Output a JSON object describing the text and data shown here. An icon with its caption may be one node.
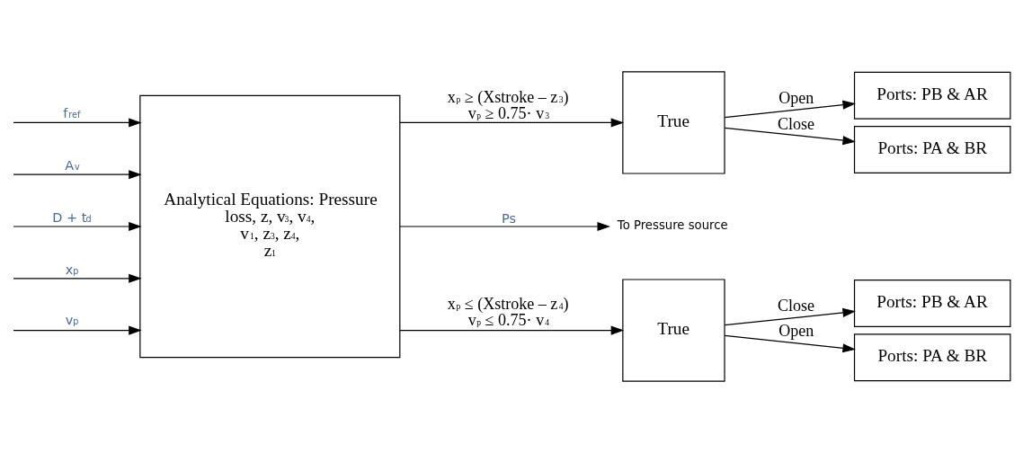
{
  "diagram": {
    "nodes": [
      {
        "text": [
          "Analytical Equations: Pressure loss, z, v$_{3}$, v$_{4}$, v$_{1}$, z$_{3}$, z$_{4}$, z$_{1}$"
        ]
      },
      {
        "text": [
          "True"
        ]
      },
      {
        "text": [
          "Ports: PB & AR"
        ]
      },
      {
        "text": [
          "Ports: PA & BR"
        ]
      },
      {
        "text": [
          "True"
        ]
      },
      {
        "text": [
          "Ports: PB & AR"
        ]
      },
      {
        "text": [
          "Ports: PA & BR"
        ]
      },
      {
        "text": [
          "To Pressure source"
        ]
      }
    ],
    "edges": [
      {
        "from": null,
        "to": 0,
        "arrow": "to",
        "label": "f$_{ref}$"
      },
      {
        "from": null,
        "to": 0,
        "arrow": "to",
        "label": "A$_{v}$"
      },
      {
        "from": null,
        "to": 0,
        "arrow": "to",
        "label": "D + t$_{d}$"
      },
      {
        "from": null,
        "to": 0,
        "arrow": "to",
        "label": "x$_{p}$"
      },
      {
        "from": null,
        "to": 0,
        "arrow": "to",
        "label": "v$_{p}$"
      },
      {
        "from": 0,
        "to": 1,
        "arrow": "to",
        "label": "x$_{p}$ ≥ (Xstroke – z$_{3}$) v$_{p}$ ≥ 0.75· v$_{3}$"
      },
      {
        "from": 0,
        "to": 7,
        "arrow": "to",
        "label": "Ps"
      },
      {
        "from": 0,
        "to": 4,
        "arrow": "to",
        "label": "x$_{p}$ ≤ (Xstroke – z$_{4}$) v$_{p}$ ≤ 0.75· v$_{4}$"
      },
      {
        "from": 1,
        "to": 2,
        "arrow": "to",
        "label": "Open"
      },
      {
        "from": 1,
        "to": 3,
        "arrow": "to",
        "label": "Close"
      },
      {
        "from": 4,
        "to": 5,
        "arrow": "to",
        "label": "Close"
      },
      {
        "from": 4,
        "to": 6,
        "arrow": "to",
        "label": "Open"
      }
    ]
  }
}
